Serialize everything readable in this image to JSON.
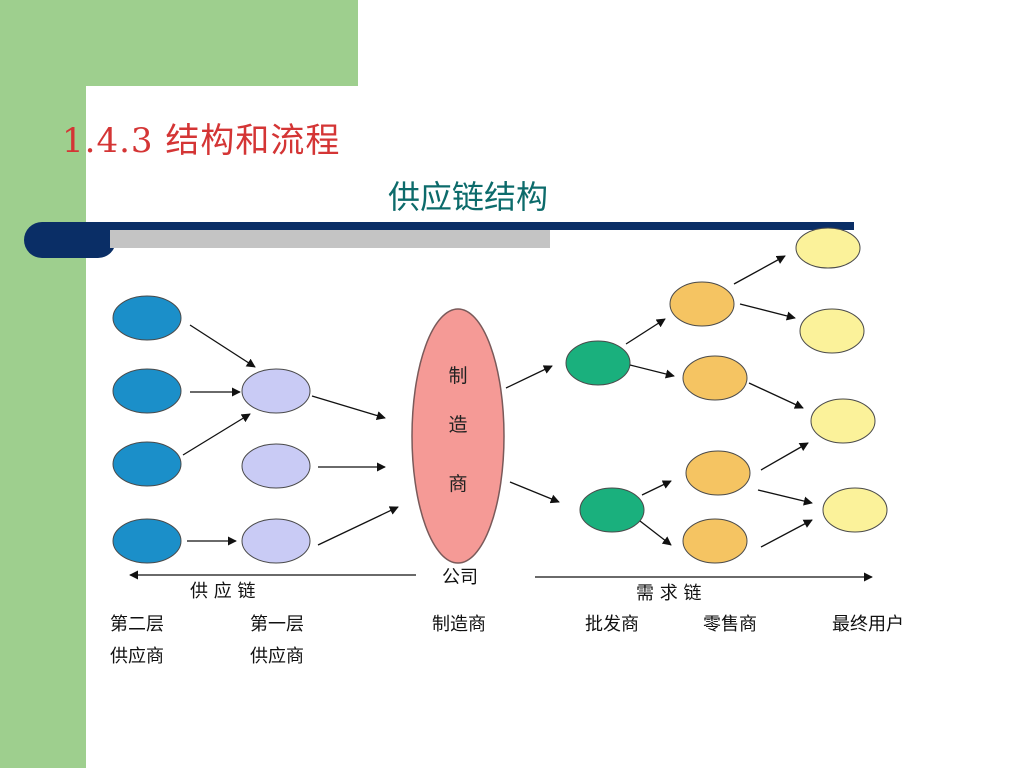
{
  "colors": {
    "green_bg": "#9ecf8e",
    "heading_red": "#d43535",
    "subtitle_teal": "#0c6b6b",
    "bar_navy": "#0a2e66",
    "bar_gray": "#c4c4c4",
    "blue_node": "#1b8fc9",
    "lavender_node": "#c9cbf5",
    "teal_node": "#1ab07d",
    "orange_node": "#f5c462",
    "yellow_node": "#fbf29a",
    "manufacturer_fill": "#f59a96",
    "arrow": "#111111"
  },
  "slide": {
    "heading": "1.4.3 结构和流程",
    "subtitle": "供应链结构"
  },
  "diagram": {
    "manufacturer_chars": [
      "制",
      "造",
      "商"
    ],
    "company_label": "公司",
    "supply_chain_label": "供 应 链",
    "demand_chain_label": "需 求 链",
    "row1": [
      "第二层",
      "第一层",
      "制造商",
      "批发商",
      "零售商",
      "最终用户"
    ],
    "row2": [
      "供应商",
      "供应商"
    ],
    "icons": {
      "tier2": "blue-circle-icon",
      "tier1": "lavender-circle-icon",
      "wholesaler": "teal-circle-icon",
      "retailer": "orange-circle-icon",
      "end_user": "yellow-circle-icon"
    }
  }
}
